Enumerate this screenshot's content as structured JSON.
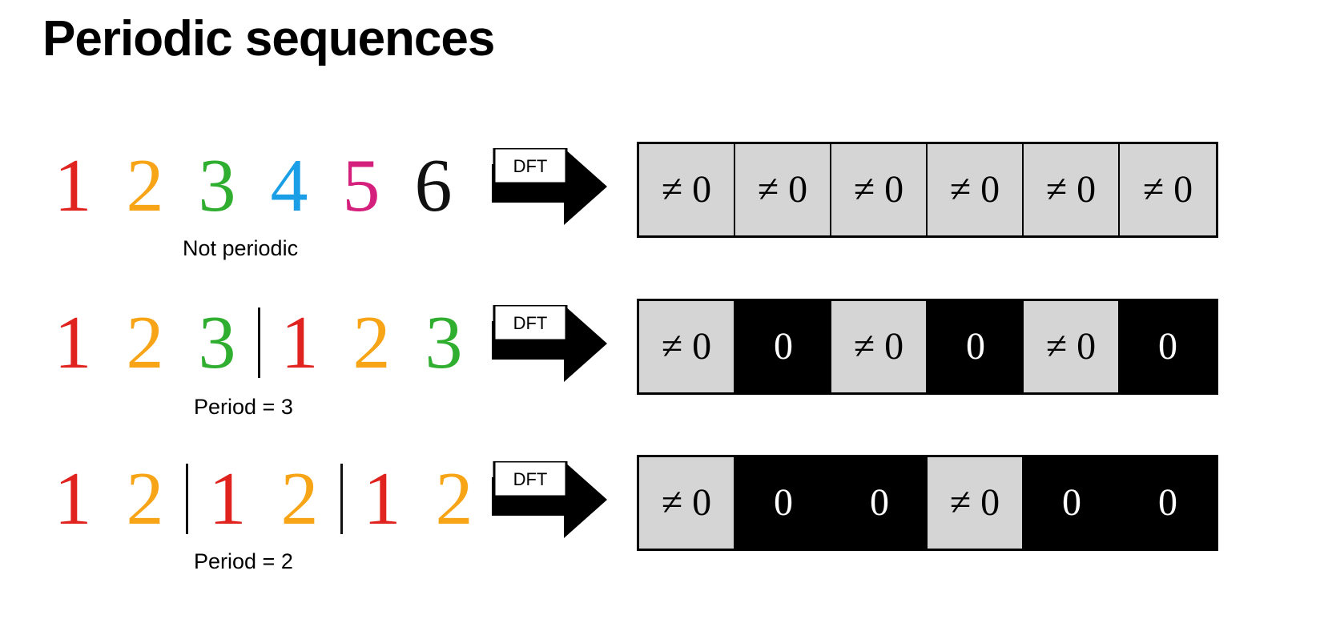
{
  "title": "Periodic sequences",
  "arrow_label": "DFT",
  "colors": {
    "red": "#e0231e",
    "orange": "#f7a416",
    "green": "#2fae2f",
    "blue": "#1a9ee6",
    "magenta": "#d41f7c",
    "black": "#111111",
    "cell_gray": "#d5d5d5"
  },
  "rows": [
    {
      "caption": "Not periodic",
      "digits": [
        "1",
        "2",
        "3",
        "4",
        "5",
        "6"
      ],
      "separators_after": [],
      "cells": [
        "≠ 0",
        "≠ 0",
        "≠ 0",
        "≠ 0",
        "≠ 0",
        "≠ 0"
      ]
    },
    {
      "caption": "Period = 3",
      "digits": [
        "1",
        "2",
        "3",
        "1",
        "2",
        "3"
      ],
      "separators_after": [
        2
      ],
      "cells": [
        "≠ 0",
        "0",
        "≠ 0",
        "0",
        "≠ 0",
        "0"
      ]
    },
    {
      "caption": "Period = 2",
      "digits": [
        "1",
        "2",
        "1",
        "2",
        "1",
        "2"
      ],
      "separators_after": [
        1,
        3
      ],
      "cells": [
        "≠ 0",
        "0",
        "0",
        "≠ 0",
        "0",
        "0"
      ]
    }
  ]
}
